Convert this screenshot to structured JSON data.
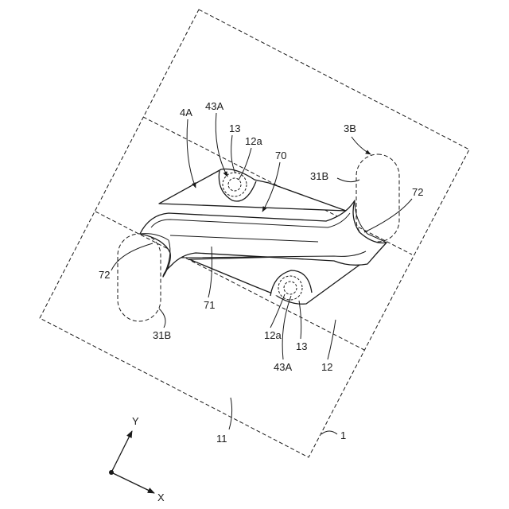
{
  "labels": {
    "ref_1": "1",
    "ref_11": "11",
    "ref_12": "12",
    "ref_13_top": "13",
    "ref_13_bottom": "13",
    "ref_12a_top": "12a",
    "ref_12a_bottom": "12a",
    "ref_43A_top": "43A",
    "ref_43A_bottom": "43A",
    "ref_4A": "4A",
    "ref_70": "70",
    "ref_71": "71",
    "ref_72_left": "72",
    "ref_72_right": "72",
    "ref_3B": "3B",
    "ref_31B_top": "31B",
    "ref_31B_bottom": "31B",
    "axis_x": "X",
    "axis_y": "Y"
  }
}
